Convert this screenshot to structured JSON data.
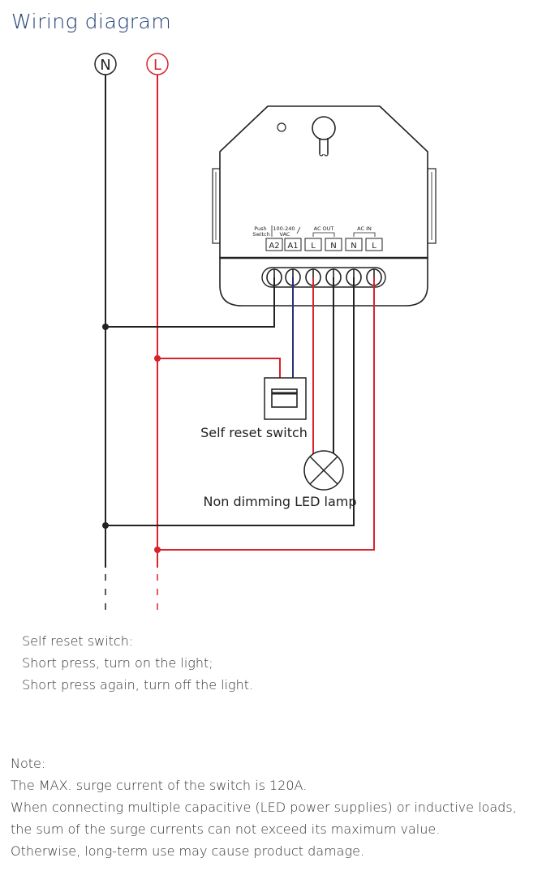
{
  "title": "Wiring diagram",
  "power_lines": {
    "neutral": "N",
    "live": "L"
  },
  "device": {
    "push_switch_label": "Push\nSwitch",
    "vac_label": "100-240\nVAC",
    "ac_out_label": "AC OUT",
    "ac_in_label": "AC IN",
    "terminals": [
      "A2",
      "A1",
      "L",
      "N",
      "N",
      "L"
    ]
  },
  "components": {
    "switch_label": "Self reset switch",
    "lamp_label": "Non dimming LED lamp"
  },
  "usage": {
    "lines": [
      "Self reset switch:",
      "Short press, turn on the light;",
      "Short press again, turn off the light."
    ]
  },
  "note": {
    "lines": [
      "Note:",
      "The MAX. surge current of the switch is 120A.",
      "When connecting multiple capacitive (LED power supplies) or inductive loads,",
      "the sum of the surge currents can not exceed its maximum value.",
      "Otherwise, long-term use may cause product damage."
    ]
  },
  "colors": {
    "title": "#1f3f73",
    "live_wire": "#d8232a",
    "neutral_wire": "#222222",
    "switch_wire": "#2a2f7a"
  }
}
